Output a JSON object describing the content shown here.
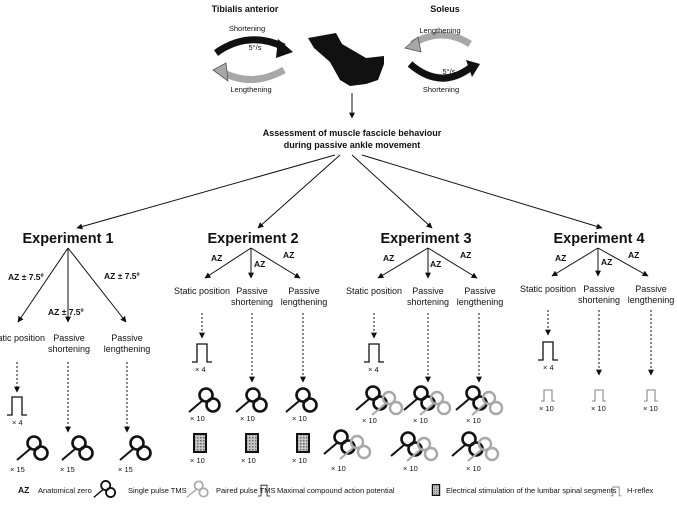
{
  "top": {
    "tibialis": {
      "title": "Tibialis anterior",
      "upper": "Shortening",
      "speed": "5°/s",
      "lower": "Lengthening"
    },
    "soleus": {
      "title": "Soleus",
      "upper": "Lengthening",
      "speed": "5°/s",
      "lower": "Shortening"
    }
  },
  "assessment": {
    "line1": "Assessment of muscle fascicle behaviour",
    "line2": "during passive ankle movement"
  },
  "experiments": [
    {
      "title": "Experiment 1",
      "branches": [
        {
          "az": "AZ ± 7.5º",
          "label": "Static position"
        },
        {
          "az": "AZ ± 7.5º",
          "label": "Passive shortening"
        },
        {
          "az": "AZ ± 7.5º",
          "label": "Passive lengthening"
        }
      ],
      "reps": [
        "× 4",
        "× 15",
        "× 15",
        "× 15"
      ]
    },
    {
      "title": "Experiment 2",
      "branches": [
        {
          "az": "AZ",
          "label": "Static position"
        },
        {
          "az": "AZ",
          "label": "Passive shortening"
        },
        {
          "az": "AZ",
          "label": "Passive lengthening"
        }
      ],
      "reps": [
        "× 4",
        "× 10",
        "× 10",
        "× 10",
        "× 10",
        "× 10",
        "× 10"
      ]
    },
    {
      "title": "Experiment 3",
      "branches": [
        {
          "az": "AZ",
          "label": "Static position"
        },
        {
          "az": "AZ",
          "label": "Passive shortening"
        },
        {
          "az": "AZ",
          "label": "Passive lengthening"
        }
      ],
      "reps": [
        "× 4",
        "× 10",
        "× 10",
        "× 10",
        "× 10",
        "× 10",
        "× 10"
      ]
    },
    {
      "title": "Experiment 4",
      "branches": [
        {
          "az": "AZ",
          "label": "Static position"
        },
        {
          "az": "AZ",
          "label": "Passive shortening"
        },
        {
          "az": "AZ",
          "label": "Passive lengthening"
        }
      ],
      "reps": [
        "× 4",
        "× 10",
        "× 10",
        "× 10"
      ]
    }
  ],
  "legend": {
    "az_key": "AZ",
    "az": "Anatomical zero",
    "single": "Single pulse TMS",
    "paired": "Paired pulse TMS",
    "mmax": "Maximal compound action potential",
    "electrical": "Electrical stimulation of the lumbar spinal segments",
    "hreflex": "H-reflex"
  },
  "colors": {
    "ink": "#111111",
    "grey": "#a8a8a8",
    "arrow_grey": "#b5b5b5"
  }
}
